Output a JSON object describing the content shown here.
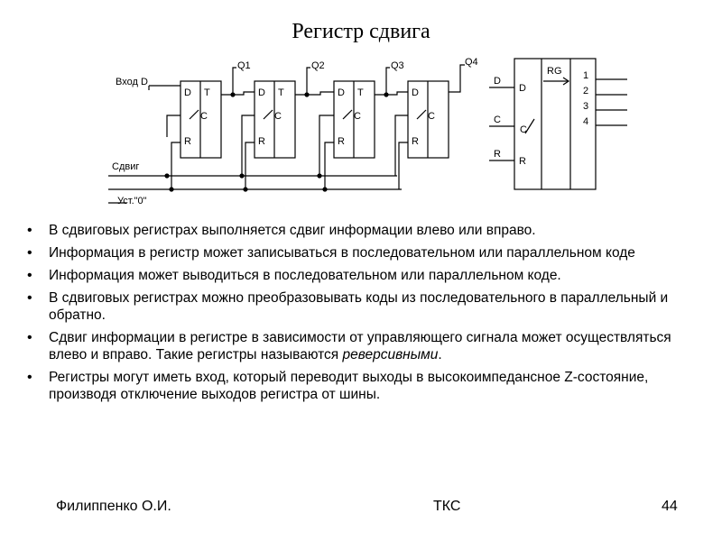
{
  "title": "Регистр сдвига",
  "diagram": {
    "input_label": "Вход D",
    "shift_label": "Сдвиг",
    "reset_label": "Уст.\"0\"",
    "outputs": [
      "Q1",
      "Q2",
      "Q3",
      "Q4"
    ],
    "pin_d": "D",
    "pin_t": "T",
    "pin_c": "C",
    "pin_r": "R",
    "symbol_name": "RG",
    "symbol_outputs": [
      "1",
      "2",
      "3",
      "4"
    ]
  },
  "bullets": [
    {
      "text": "В сдвиговых регистрах выполняется сдвиг информации влево или вправо.",
      "em": ""
    },
    {
      "text": "Информация в регистр может записываться в последовательном или параллельном коде",
      "em": ""
    },
    {
      "text": "Информация может выводиться в последовательном или параллельном коде.",
      "em": ""
    },
    {
      "text": "В сдвиговых регистрах можно преобразовывать коды из последовательного в параллельный и обратно.",
      "em": ""
    },
    {
      "text": "Сдвиг информации в регистре в зависимости от управляющего сигнала может осуществляться влево и вправо. Такие регистры называются ",
      "em": "реверсивными",
      "tail": "."
    },
    {
      "text": "Регистры могут иметь вход, который переводит выходы в высокоимпедансное Z-состояние, производя отключение выходов регистра от шины.",
      "em": ""
    }
  ],
  "footer": {
    "author": "Филиппенко О.И.",
    "center": "ТКС",
    "page": "44"
  }
}
